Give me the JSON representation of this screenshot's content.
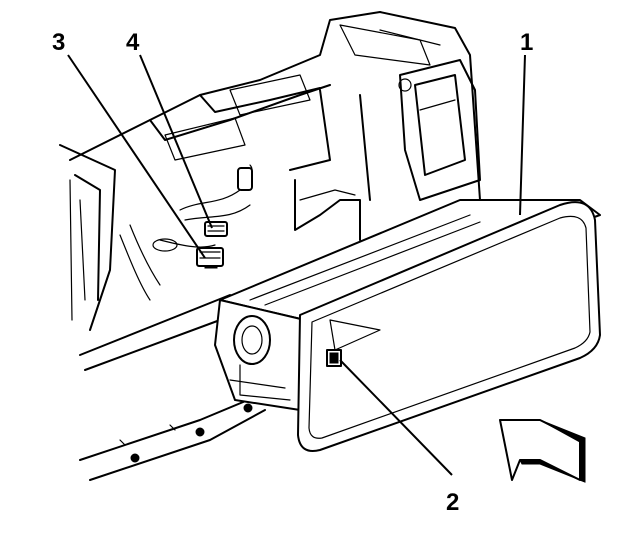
{
  "callouts": {
    "one": "1",
    "two": "2",
    "three": "3",
    "four": "4"
  },
  "colors": {
    "line": "#000000",
    "background": "#ffffff"
  }
}
